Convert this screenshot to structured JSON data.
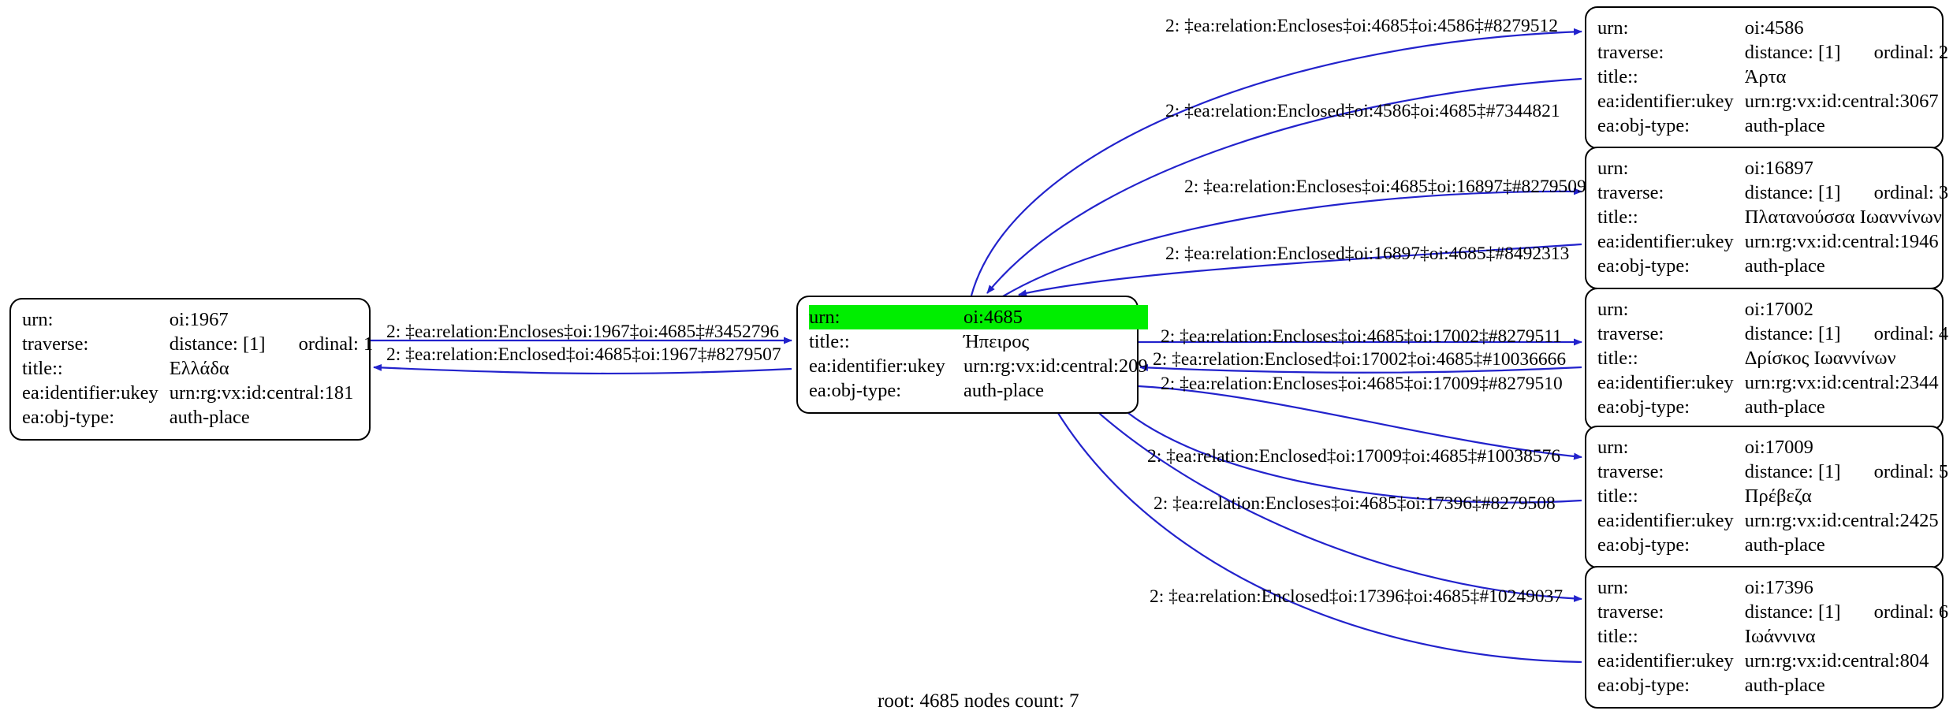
{
  "graph": {
    "caption": "root: 4685 nodes count: 7",
    "highlight_color": "#00ee00",
    "edge_color": "#2222cc",
    "node_border_color": "#000000",
    "background": "#ffffff",
    "field_labels": {
      "urn": "urn:",
      "traverse": "traverse:",
      "title": "title::",
      "ukey": "ea:identifier:ukey",
      "objtype": "ea:obj-type:"
    }
  },
  "nodes": {
    "left": {
      "urn": "oi:1967",
      "traverse_distance": "distance: [1]",
      "traverse_ordinal": "ordinal: 1",
      "title": "Ελλάδα",
      "ukey": "urn:rg:vx:id:central:181",
      "objtype": "auth-place"
    },
    "center": {
      "urn": "oi:4685",
      "title": "Ήπειρος",
      "ukey": "urn:rg:vx:id:central:209",
      "objtype": "auth-place"
    },
    "r1": {
      "urn": "oi:4586",
      "traverse_distance": "distance: [1]",
      "traverse_ordinal": "ordinal: 2",
      "title": "Άρτα",
      "ukey": "urn:rg:vx:id:central:3067",
      "objtype": "auth-place"
    },
    "r2": {
      "urn": "oi:16897",
      "traverse_distance": "distance: [1]",
      "traverse_ordinal": "ordinal: 3",
      "title": "Πλατανούσσα Ιωαννίνων",
      "ukey": "urn:rg:vx:id:central:1946",
      "objtype": "auth-place"
    },
    "r3": {
      "urn": "oi:17002",
      "traverse_distance": "distance: [1]",
      "traverse_ordinal": "ordinal: 4",
      "title": "Δρίσκος Ιωαννίνων",
      "ukey": "urn:rg:vx:id:central:2344",
      "objtype": "auth-place"
    },
    "r4": {
      "urn": "oi:17009",
      "traverse_distance": "distance: [1]",
      "traverse_ordinal": "ordinal: 5",
      "title": "Πρέβεζα",
      "ukey": "urn:rg:vx:id:central:2425",
      "objtype": "auth-place"
    },
    "r5": {
      "urn": "oi:17396",
      "traverse_distance": "distance: [1]",
      "traverse_ordinal": "ordinal: 6",
      "title": "Ιωάννινα",
      "ukey": "urn:rg:vx:id:central:804",
      "objtype": "auth-place"
    }
  },
  "edges": {
    "e1": "2: ‡ea:relation:Encloses‡oi:1967‡oi:4685‡#3452796",
    "e2": "2: ‡ea:relation:Enclosed‡oi:4685‡oi:1967‡#8279507",
    "e3": "2: ‡ea:relation:Encloses‡oi:4685‡oi:4586‡#8279512",
    "e4": "2: ‡ea:relation:Enclosed‡oi:4586‡oi:4685‡#7344821",
    "e5": "2: ‡ea:relation:Encloses‡oi:4685‡oi:16897‡#8279509",
    "e6": "2: ‡ea:relation:Enclosed‡oi:16897‡oi:4685‡#8492313",
    "e7": "2: ‡ea:relation:Encloses‡oi:4685‡oi:17002‡#8279511",
    "e8": "2: ‡ea:relation:Enclosed‡oi:17002‡oi:4685‡#10036666",
    "e9": "2: ‡ea:relation:Encloses‡oi:4685‡oi:17009‡#8279510",
    "e10": "2: ‡ea:relation:Enclosed‡oi:17009‡oi:4685‡#10038576",
    "e11": "2: ‡ea:relation:Encloses‡oi:4685‡oi:17396‡#8279508",
    "e12": "2: ‡ea:relation:Enclosed‡oi:17396‡oi:4685‡#10249037"
  }
}
